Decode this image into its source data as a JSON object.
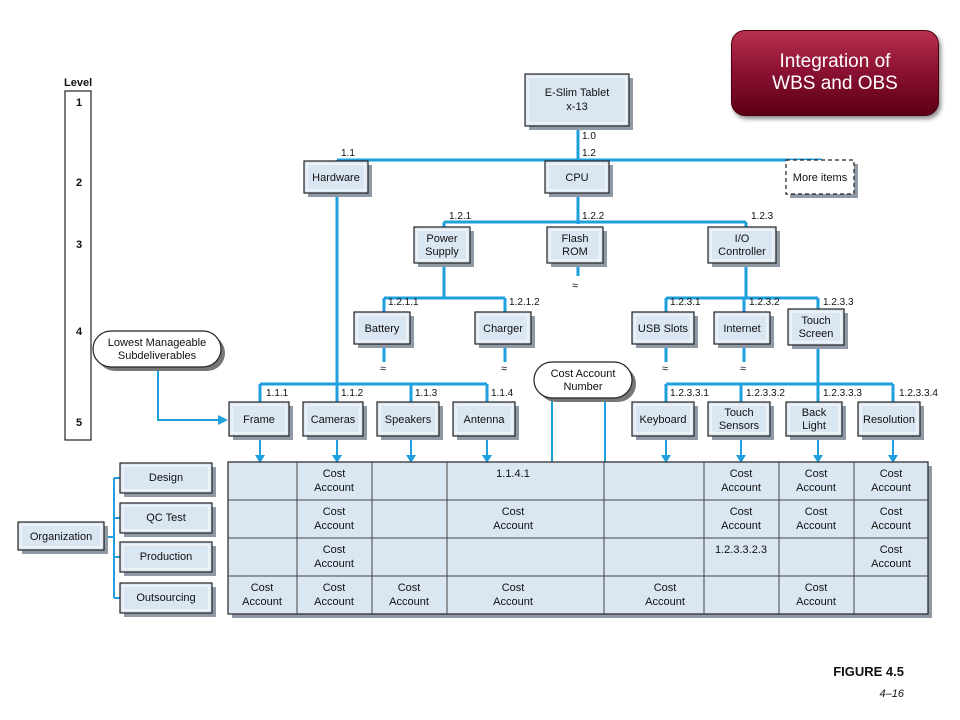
{
  "title": {
    "line1": "Integration of",
    "line2": "WBS and OBS"
  },
  "figure_label": "FIGURE 4.5",
  "page_number": "4–16",
  "level_header": "Level",
  "levels": [
    "1",
    "2",
    "3",
    "4",
    "5"
  ],
  "approx_symbol": "≈",
  "wbs": {
    "root": {
      "line1": "E-Slim Tablet",
      "line2": "x-13",
      "code": "1.0"
    },
    "hardware": {
      "label": "Hardware",
      "code": "1.1"
    },
    "cpu": {
      "label": "CPU",
      "code": "1.2"
    },
    "more_items": {
      "label": "More items"
    },
    "power_supply": {
      "line1": "Power",
      "line2": "Supply",
      "code": "1.2.1"
    },
    "flash_rom": {
      "line1": "Flash",
      "line2": "ROM",
      "code": "1.2.2"
    },
    "io_controller": {
      "line1": "I/O",
      "line2": "Controller",
      "code": "1.2.3"
    },
    "battery": {
      "label": "Battery",
      "code": "1.2.1.1"
    },
    "charger": {
      "label": "Charger",
      "code": "1.2.1.2"
    },
    "usb_slots": {
      "label": "USB Slots",
      "code": "1.2.3.1"
    },
    "internet": {
      "label": "Internet",
      "code": "1.2.3.2"
    },
    "touch_screen": {
      "line1": "Touch",
      "line2": "Screen",
      "code": "1.2.3.3"
    },
    "frame": {
      "label": "Frame",
      "code": "1.1.1"
    },
    "cameras": {
      "label": "Cameras",
      "code": "1.1.2"
    },
    "speakers": {
      "label": "Speakers",
      "code": "1.1.3"
    },
    "antenna": {
      "label": "Antenna",
      "code": "1.1.4"
    },
    "keyboard": {
      "label": "Keyboard",
      "code": "1.2.3.3.1"
    },
    "touch_sensors": {
      "line1": "Touch",
      "line2": "Sensors",
      "code": "1.2.3.3.2"
    },
    "back_light": {
      "line1": "Back",
      "line2": "Light",
      "code": "1.2.3.3.3"
    },
    "resolution": {
      "label": "Resolution",
      "code": "1.2.3.3.4"
    }
  },
  "callouts": {
    "lowest": {
      "line1": "Lowest Manageable",
      "line2": "Subdeliverables"
    },
    "cost_account_number": {
      "line1": "Cost Account",
      "line2": "Number"
    }
  },
  "obs": {
    "organization": "Organization",
    "design": "Design",
    "qc_test": "QC Test",
    "production": "Production",
    "outsourcing": "Outsourcing"
  },
  "matrix": {
    "cost_line1": "Cost",
    "cost_line2": "Account",
    "code_1141": "1.1.4.1",
    "code_123323": "1.2.3.3.2.3"
  }
}
